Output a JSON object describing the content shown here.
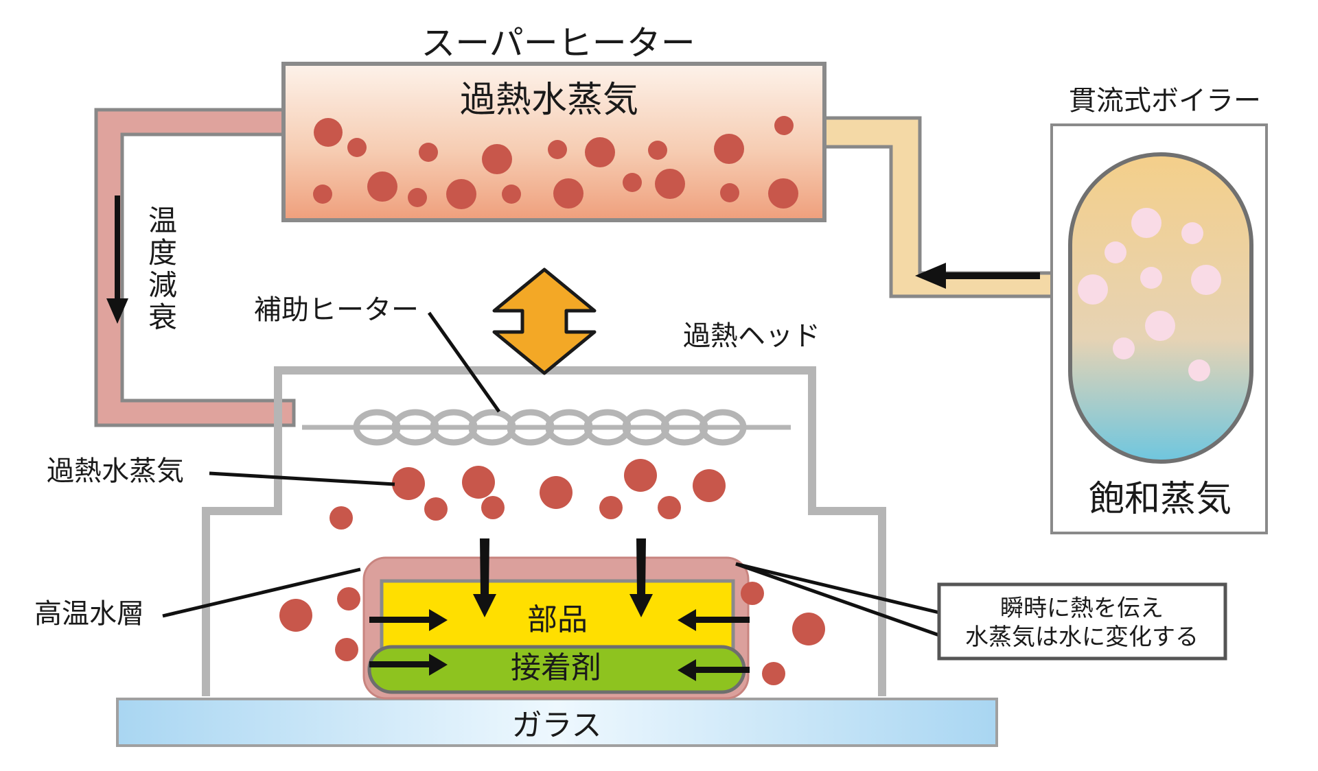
{
  "labels": {
    "superheater": "スーパーヒーター",
    "superheated_steam_top": "過熱水蒸気",
    "boiler": "貫流式ボイラー",
    "saturated_steam": "飽和蒸気",
    "temp_decay": [
      "温",
      "度",
      "減",
      "衰"
    ],
    "aux_heater": "補助ヒーター",
    "superheat_head": "過熱ヘッド",
    "superheated_steam_side": "過熱水蒸気",
    "hot_water_layer": "高温水層",
    "part": "部品",
    "adhesive": "接着剤",
    "glass": "ガラス",
    "note_line1": "瞬時に熱を伝え",
    "note_line2": "水蒸気は水に変化する"
  },
  "colors": {
    "steam_dot": "#c8574b",
    "boiler_dot": "#f9dbe6",
    "hot_pipe": "#dfa39d",
    "warm_pipe": "#f4d9a6",
    "head_gray": "#b5b5b5",
    "part_yellow": "#ffdf00",
    "adhesive_green": "#8ec31f",
    "orange_arrow": "#f3a826"
  }
}
